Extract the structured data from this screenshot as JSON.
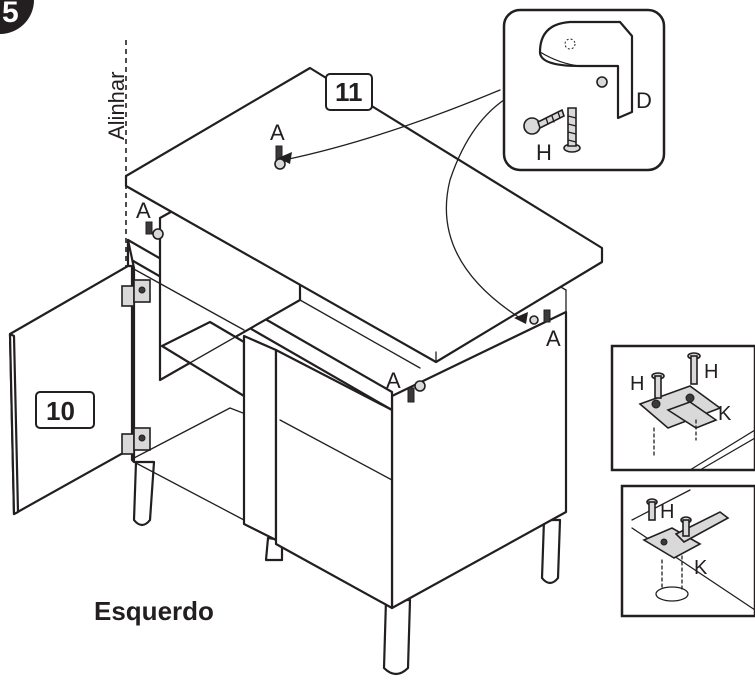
{
  "step_number": "5",
  "align_label": "Alinhar",
  "part_top_number": "11",
  "part_door_number": "10",
  "side_label": "Esquerdo",
  "parts": {
    "a": "A",
    "d": "D",
    "h": "H",
    "k": "K"
  },
  "icons": [
    "cam-lock-icon",
    "screw-icon",
    "hinge-icon",
    "hinge-plate-icon"
  ],
  "colors": {
    "ink": "#231f20",
    "paper": "#ffffff",
    "shade": "#d9d9d9"
  }
}
